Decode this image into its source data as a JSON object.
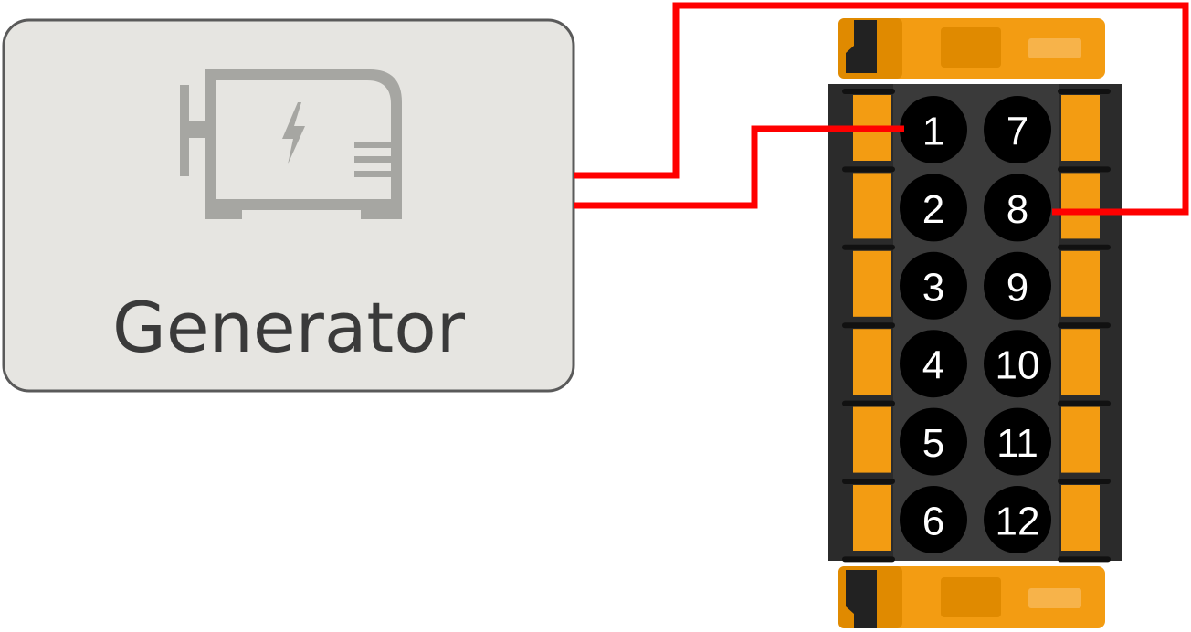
{
  "generator": {
    "label": "Generator",
    "icon": "generator-icon"
  },
  "terminal_block": {
    "pins_left": [
      "1",
      "2",
      "3",
      "4",
      "5",
      "6"
    ],
    "pins_right": [
      "7",
      "8",
      "9",
      "10",
      "11",
      "12"
    ]
  },
  "wiring": {
    "color": "#ff0000",
    "connections": [
      {
        "from": "Generator",
        "to": "8"
      },
      {
        "from": "Generator",
        "to": "1"
      }
    ]
  },
  "colors": {
    "generator_box_fill": "#e6e5e1",
    "generator_box_stroke": "#5a5a5a",
    "icon_gray": "#a6a6a2",
    "terminal_orange": "#f39c12",
    "terminal_orange_dark": "#e08a00",
    "terminal_body": "#333333",
    "pin_fill": "#000000"
  }
}
